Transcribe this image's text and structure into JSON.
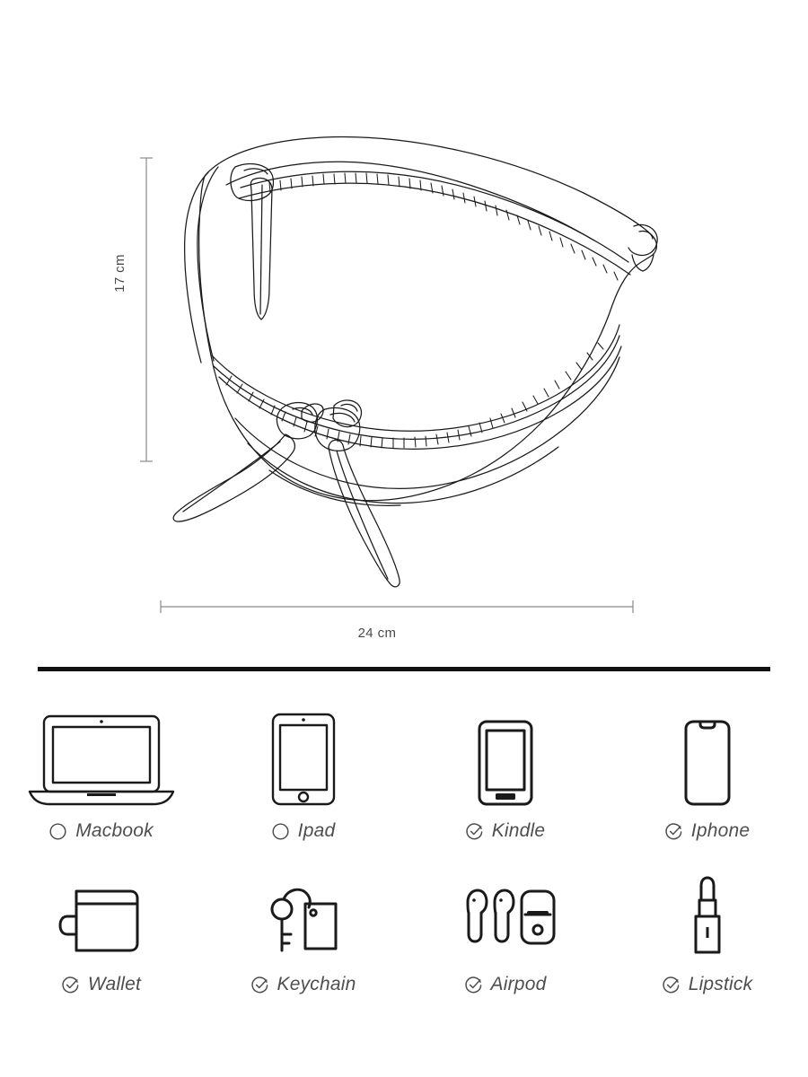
{
  "product": {
    "illustration_name": "crossbody-sling-bag-line-drawing",
    "dimensions": {
      "height_label": "17 cm",
      "width_label": "24 cm"
    }
  },
  "capacity": {
    "rows": [
      {
        "items": [
          {
            "label": "Macbook",
            "icon": "macbook-icon",
            "checked": false
          },
          {
            "label": "Ipad",
            "icon": "ipad-icon",
            "checked": false
          },
          {
            "label": "Kindle",
            "icon": "kindle-icon",
            "checked": true
          },
          {
            "label": "Iphone",
            "icon": "iphone-icon",
            "checked": true
          }
        ]
      },
      {
        "items": [
          {
            "label": "Wallet",
            "icon": "wallet-icon",
            "checked": true
          },
          {
            "label": "Keychain",
            "icon": "keychain-icon",
            "checked": true
          },
          {
            "label": "Airpod",
            "icon": "airpod-icon",
            "checked": true
          },
          {
            "label": "Lipstick",
            "icon": "lipstick-icon",
            "checked": true
          }
        ]
      }
    ]
  },
  "colors": {
    "line": "#1a1a1a",
    "dimension_line": "#8a8a8a",
    "text": "#4e4e4e",
    "divider": "#111111"
  }
}
